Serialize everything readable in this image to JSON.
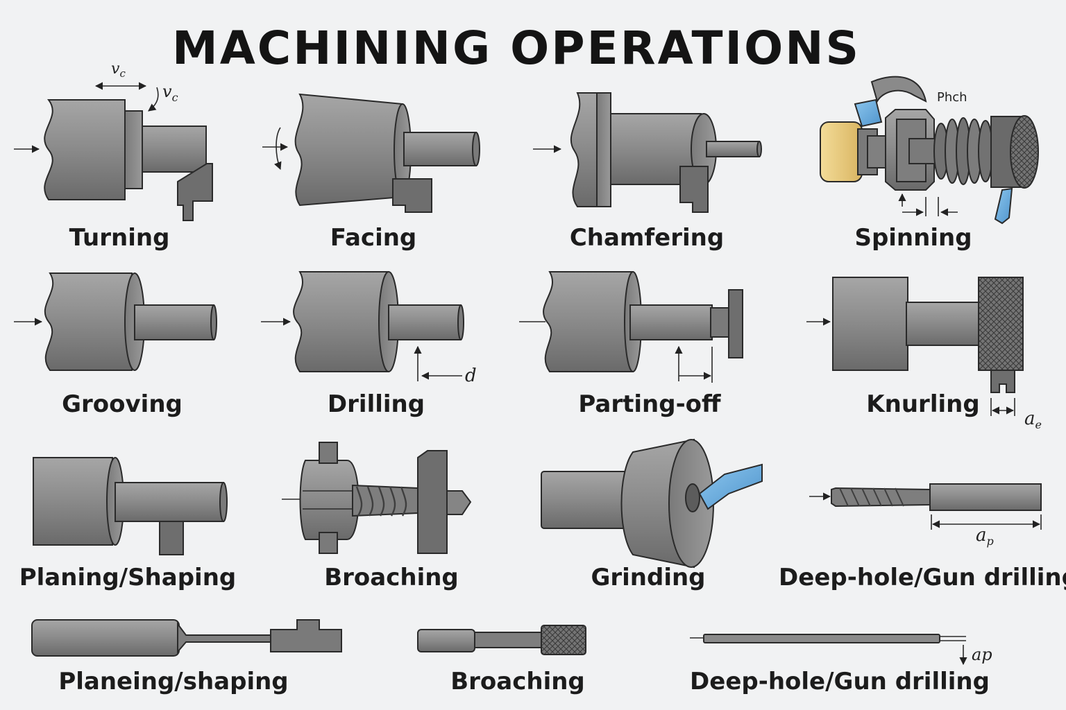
{
  "title": "MACHINING OPERATIONS",
  "operations": [
    {
      "label": "Turning"
    },
    {
      "label": "Facing"
    },
    {
      "label": "Chamfering"
    },
    {
      "label": "Spinning"
    },
    {
      "label": "Grooving"
    },
    {
      "label": "Drilling"
    },
    {
      "label": "Parting-off"
    },
    {
      "label": "Knurling"
    },
    {
      "label": "Planing/Shaping"
    },
    {
      "label": "Broaching"
    },
    {
      "label": "Grinding"
    },
    {
      "label": "Deep-hole/Gun drilling"
    },
    {
      "label": "Planeing/shaping"
    },
    {
      "label": "Broaching"
    },
    {
      "label": "Deep-hole/Gun drilling"
    }
  ],
  "annotations": {
    "turning_vc_top": "v",
    "turning_vc_top_sub": "c",
    "turning_vc_side": "v",
    "turning_vc_side_sub": "c",
    "spinning_pitch": "Phch",
    "drilling_d": "d",
    "knurling_ae": "a",
    "knurling_ae_sub": "e",
    "deephole_ap": "a",
    "deephole_ap_sub": "p",
    "deephole2_ap": "ap"
  },
  "colors": {
    "metal": "#8c8c8c",
    "metal_dark": "#6e6e6e",
    "metal_light": "#a3a3a3",
    "outline": "#2a2a2a",
    "wheel_yellow": "#e9c97a",
    "coolant_blue": "#6aaedf",
    "background": "#f1f2f3"
  }
}
